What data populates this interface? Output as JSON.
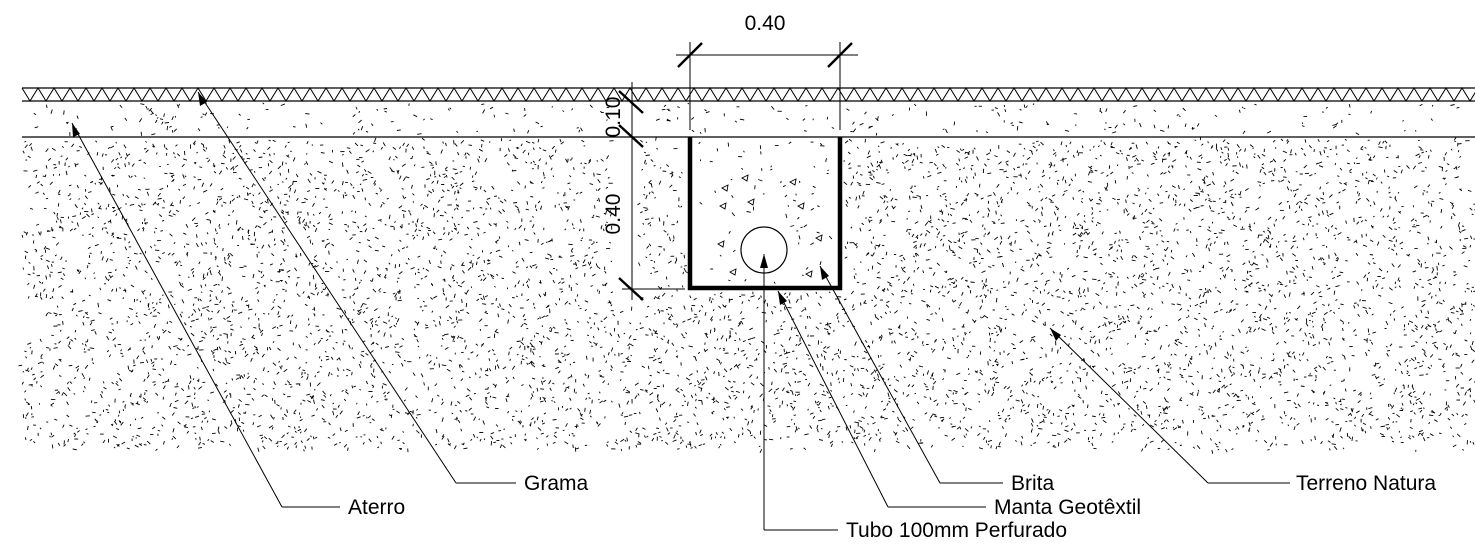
{
  "dimensions": {
    "width_label": "0.40",
    "top_layer_label": "0.10",
    "depth_label": "0.40"
  },
  "labels": {
    "grama": "Grama",
    "aterro": "Aterro",
    "brita": "Brita",
    "manta": "Manta Geotêxtil",
    "tubo": "Tubo 100mm Perfurado",
    "terreno": "Terreno Natura"
  }
}
